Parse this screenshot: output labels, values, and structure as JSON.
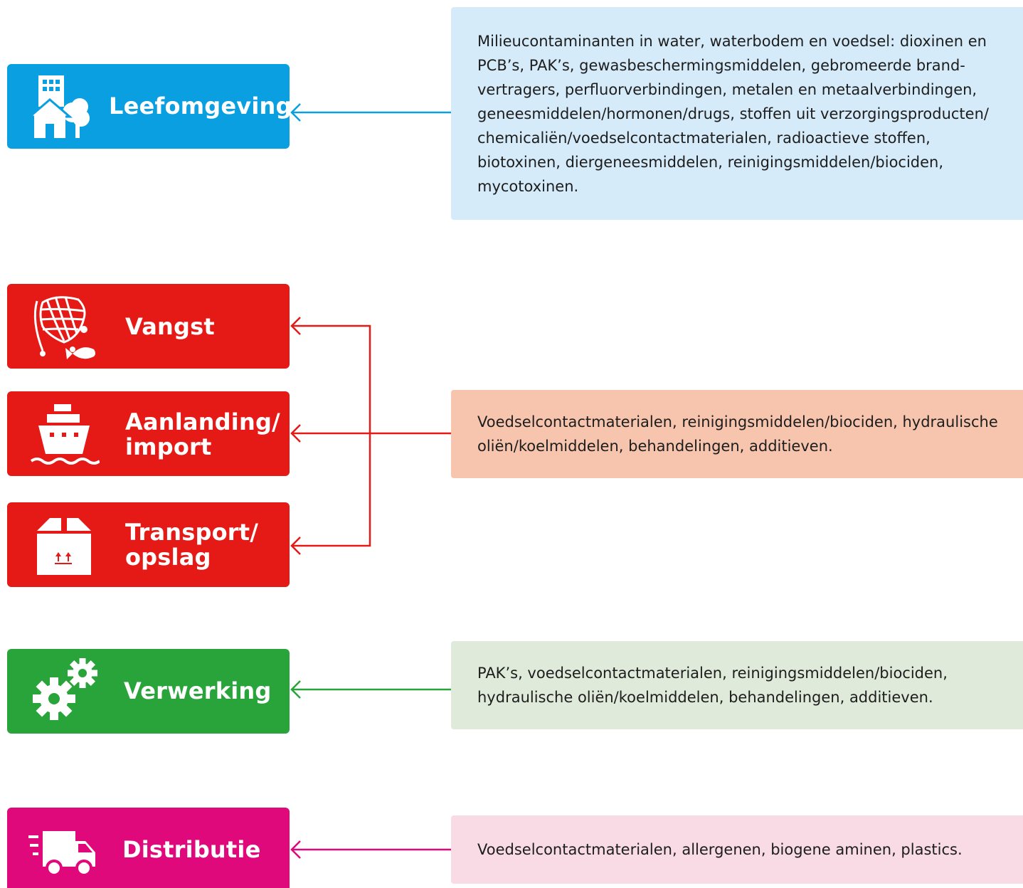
{
  "colors": {
    "leefomgeving": "#0a9fe0",
    "red": "#e51a17",
    "green": "#29a43b",
    "magenta": "#e0097b",
    "leefomgeving_box": "#d5ebf9",
    "red_box": "#f7c5ae",
    "green_box": "#dfeada",
    "magenta_box": "#f8dbe4"
  },
  "stages": [
    {
      "id": "leefomgeving",
      "label": "Leefomgeving",
      "icon": "house-city-icon",
      "color": "#0a9fe0"
    },
    {
      "id": "vangst",
      "label": "Vangst",
      "icon": "fishing-net-icon",
      "color": "#e51a17"
    },
    {
      "id": "aanlanding",
      "label": "Aanlanding/\nimport",
      "icon": "ship-icon",
      "color": "#e51a17"
    },
    {
      "id": "transport",
      "label": "Transport/\nopslag",
      "icon": "box-icon",
      "color": "#e51a17"
    },
    {
      "id": "verwerking",
      "label": "Verwerking",
      "icon": "gears-icon",
      "color": "#29a43b"
    },
    {
      "id": "distributie",
      "label": "Distributie",
      "icon": "delivery-van-icon",
      "color": "#e0097b"
    }
  ],
  "descriptions": [
    {
      "id": "leefomgeving",
      "text": "Milieucontaminanten in water, waterbodem en voedsel: dioxinen en\nPCB’s, PAK’s, gewasbeschermingsmiddelen, gebromeerde brand-\nvertragers, perfluorverbindingen, metalen en metaalverbindingen,\ngeneesmiddelen/hormonen/drugs, stoffen uit verzorgingsproducten/\nchemicaliën/voedselcontactmaterialen, radioactieve stoffen,\nbiotoxinen, diergeneesmiddelen, reinigingsmiddelen/biociden,\nmycotoxinen.",
      "color": "#d5ebf9"
    },
    {
      "id": "keten",
      "text": "Voedselcontactmaterialen, reinigingsmiddelen/biociden, hydraulische\noliën/koelmiddelen, behandelingen, additieven.",
      "color": "#f7c5ae"
    },
    {
      "id": "verwerking",
      "text": "PAK’s, voedselcontactmaterialen, reinigingsmiddelen/biociden,\nhydraulische oliën/koelmiddelen, behandelingen, additieven.",
      "color": "#dfeada"
    },
    {
      "id": "distributie",
      "text": "Voedselcontactmaterialen, allergenen, biogene aminen, plastics.",
      "color": "#f8dbe4"
    }
  ]
}
